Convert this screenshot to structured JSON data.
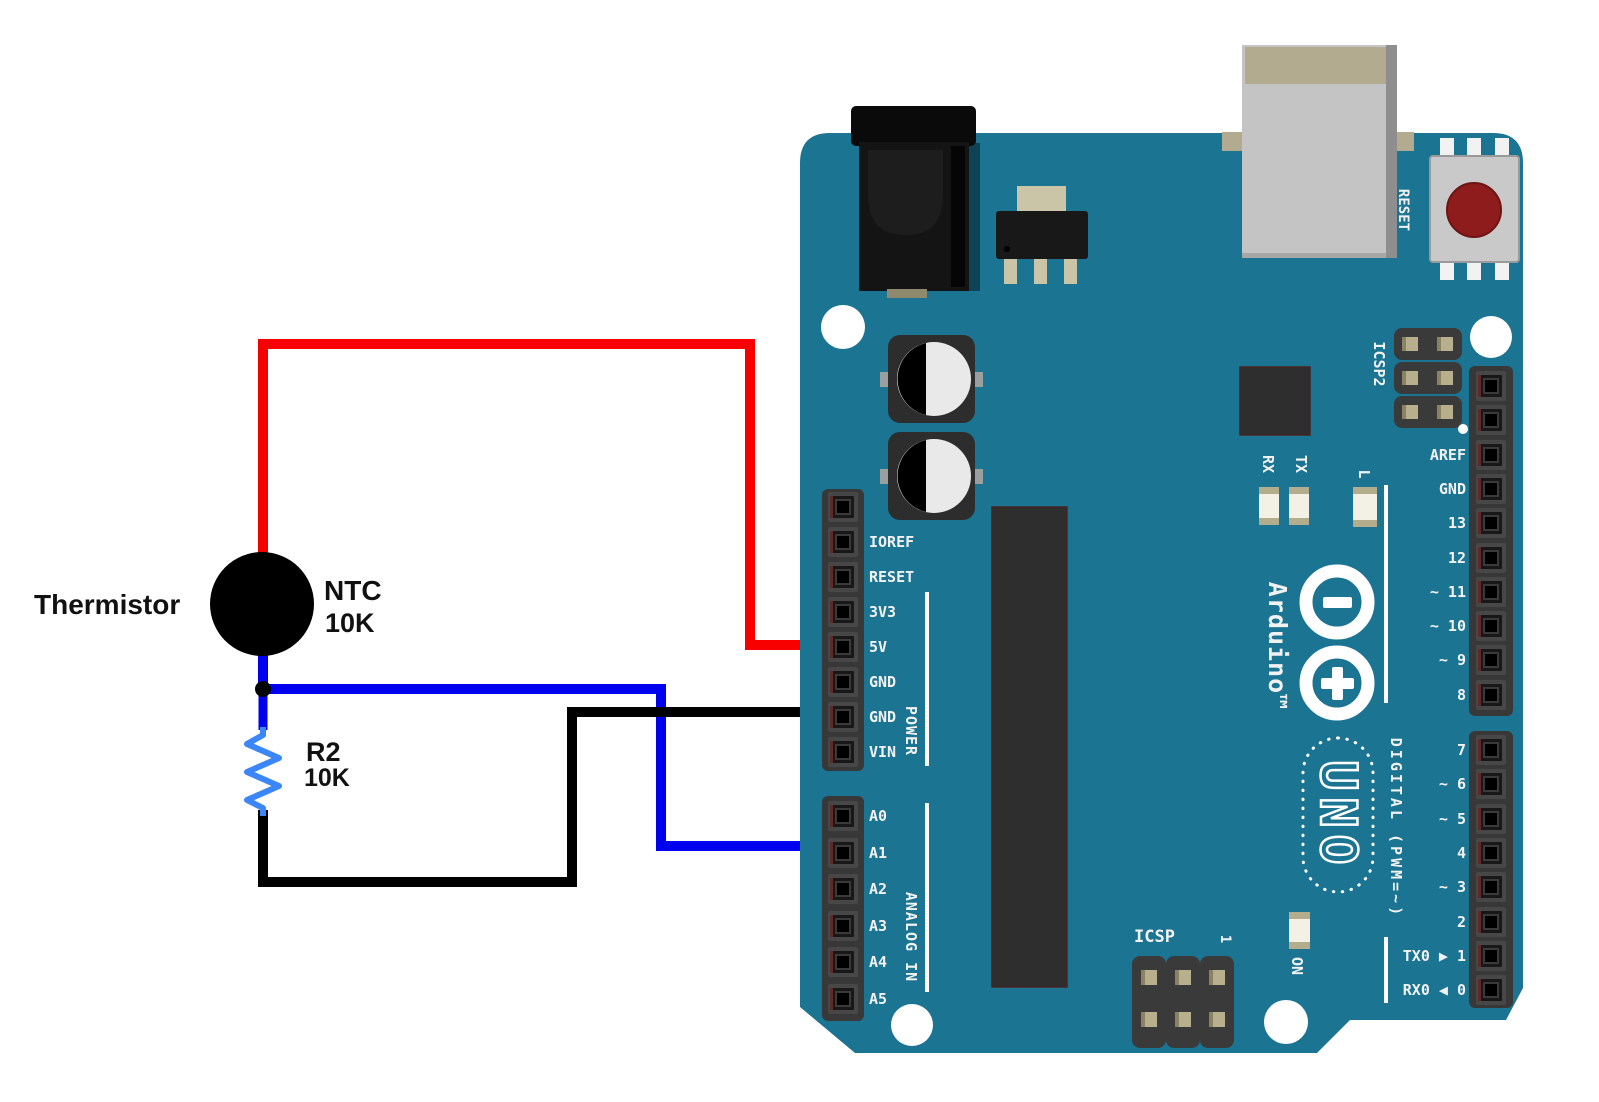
{
  "circuit": {
    "thermistor_label": "Thermistor",
    "thermistor_type": "NTC",
    "thermistor_value": "10K",
    "resistor_label": "R2",
    "resistor_value": "10K",
    "wire_colors": {
      "power": "#f80000",
      "signal": "#0000f0",
      "ground": "#000000",
      "resistor_body": "#3b87f7"
    },
    "connections": [
      {
        "from": "Thermistor top",
        "to": "5V",
        "color": "red"
      },
      {
        "from": "Thermistor/R2 junction",
        "to": "A1",
        "color": "blue"
      },
      {
        "from": "R2 bottom",
        "to": "GND",
        "color": "black"
      }
    ]
  },
  "board": {
    "color": "#1b7492",
    "brand": "Arduino™",
    "model": "UNO",
    "reset_label": "RESET",
    "power_section_label": "POWER",
    "analog_section_label": "ANALOG IN",
    "digital_section_label": "DIGITAL (PWM=~)",
    "icsp2_label": "ICSP2",
    "icsp_label": "ICSP",
    "icsp_pin1_label": "1",
    "led_l_label": "L",
    "led_rx_label": "RX",
    "led_tx_label": "TX",
    "led_on_label": "ON",
    "power_pins": [
      "",
      "IOREF",
      "RESET",
      "3V3",
      "5V",
      "GND",
      "GND",
      "VIN"
    ],
    "analog_pins": [
      "A0",
      "A1",
      "A2",
      "A3",
      "A4",
      "A5"
    ],
    "digital_top_pins": [
      "",
      "",
      "AREF",
      "GND",
      "13",
      "12",
      "~ 11",
      "~ 10",
      "~ 9",
      "8"
    ],
    "digital_bottom_pins": [
      "7",
      "~ 6",
      "~ 5",
      "4",
      "~ 3",
      "2",
      "TX0 ▶ 1",
      "RX0 ◀ 0"
    ]
  }
}
